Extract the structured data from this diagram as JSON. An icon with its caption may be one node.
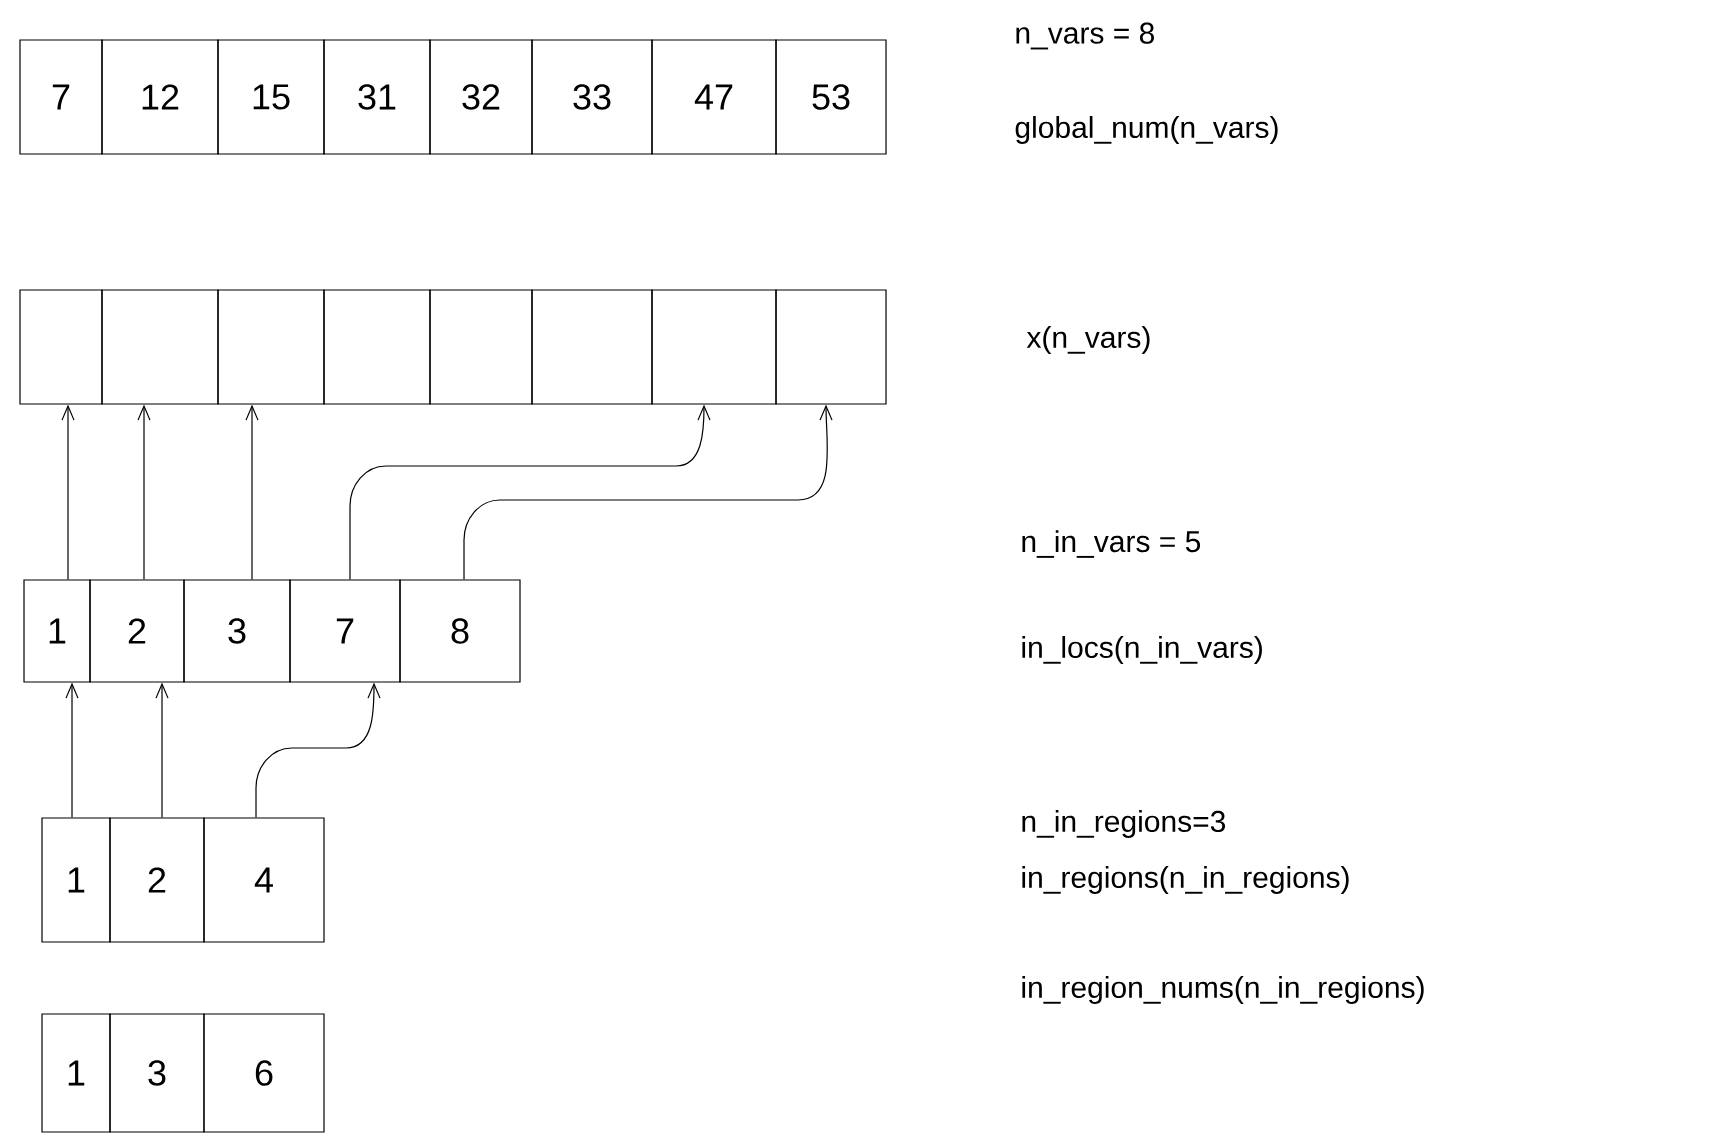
{
  "diagram": {
    "nodes": [
      {
        "text": [
          "7"
        ]
      },
      {
        "text": [
          "12"
        ]
      },
      {
        "text": [
          "15"
        ]
      },
      {
        "text": [
          "31"
        ]
      },
      {
        "text": [
          "32"
        ]
      },
      {
        "text": [
          "33"
        ]
      },
      {
        "text": [
          "47"
        ]
      },
      {
        "text": [
          "53"
        ]
      },
      {
        "text": [],
        "shape": "box"
      },
      {
        "text": [],
        "shape": "box"
      },
      {
        "text": [],
        "shape": "box"
      },
      {
        "text": [],
        "shape": "box"
      },
      {
        "text": [],
        "shape": "box"
      },
      {
        "text": [],
        "shape": "box"
      },
      {
        "text": [],
        "shape": "box"
      },
      {
        "text": [],
        "shape": "box"
      },
      {
        "text": [
          "1"
        ]
      },
      {
        "text": [
          "2"
        ]
      },
      {
        "text": [
          "3"
        ]
      },
      {
        "text": [
          "7"
        ]
      },
      {
        "text": [
          "8"
        ]
      },
      {
        "text": [
          "1"
        ]
      },
      {
        "text": [
          "2"
        ]
      },
      {
        "text": [
          "4"
        ]
      },
      {
        "text": [
          "1"
        ]
      },
      {
        "text": [
          "3"
        ]
      },
      {
        "text": [
          "6"
        ]
      }
    ],
    "edges": [
      {
        "from": 16,
        "to": 8,
        "arrow": "to"
      },
      {
        "from": 17,
        "to": 9,
        "arrow": "to"
      },
      {
        "from": 18,
        "to": 10,
        "arrow": "to"
      },
      {
        "from": 19,
        "to": 14,
        "arrow": "to"
      },
      {
        "from": 20,
        "to": 15,
        "arrow": "to"
      },
      {
        "from": 21,
        "to": 16,
        "arrow": "to"
      },
      {
        "from": 22,
        "to": 17,
        "arrow": "to"
      },
      {
        "from": 23,
        "to": 19,
        "arrow": "to"
      }
    ],
    "labels": [
      "n_vars = 8",
      "global_num(n_vars)",
      "x(n_vars)",
      "n_in_vars = 5",
      "in_locs(n_in_vars)",
      "n_in_regions=3",
      "in_regions(n_in_regions)",
      "in_region_nums(n_in_regions)"
    ]
  }
}
